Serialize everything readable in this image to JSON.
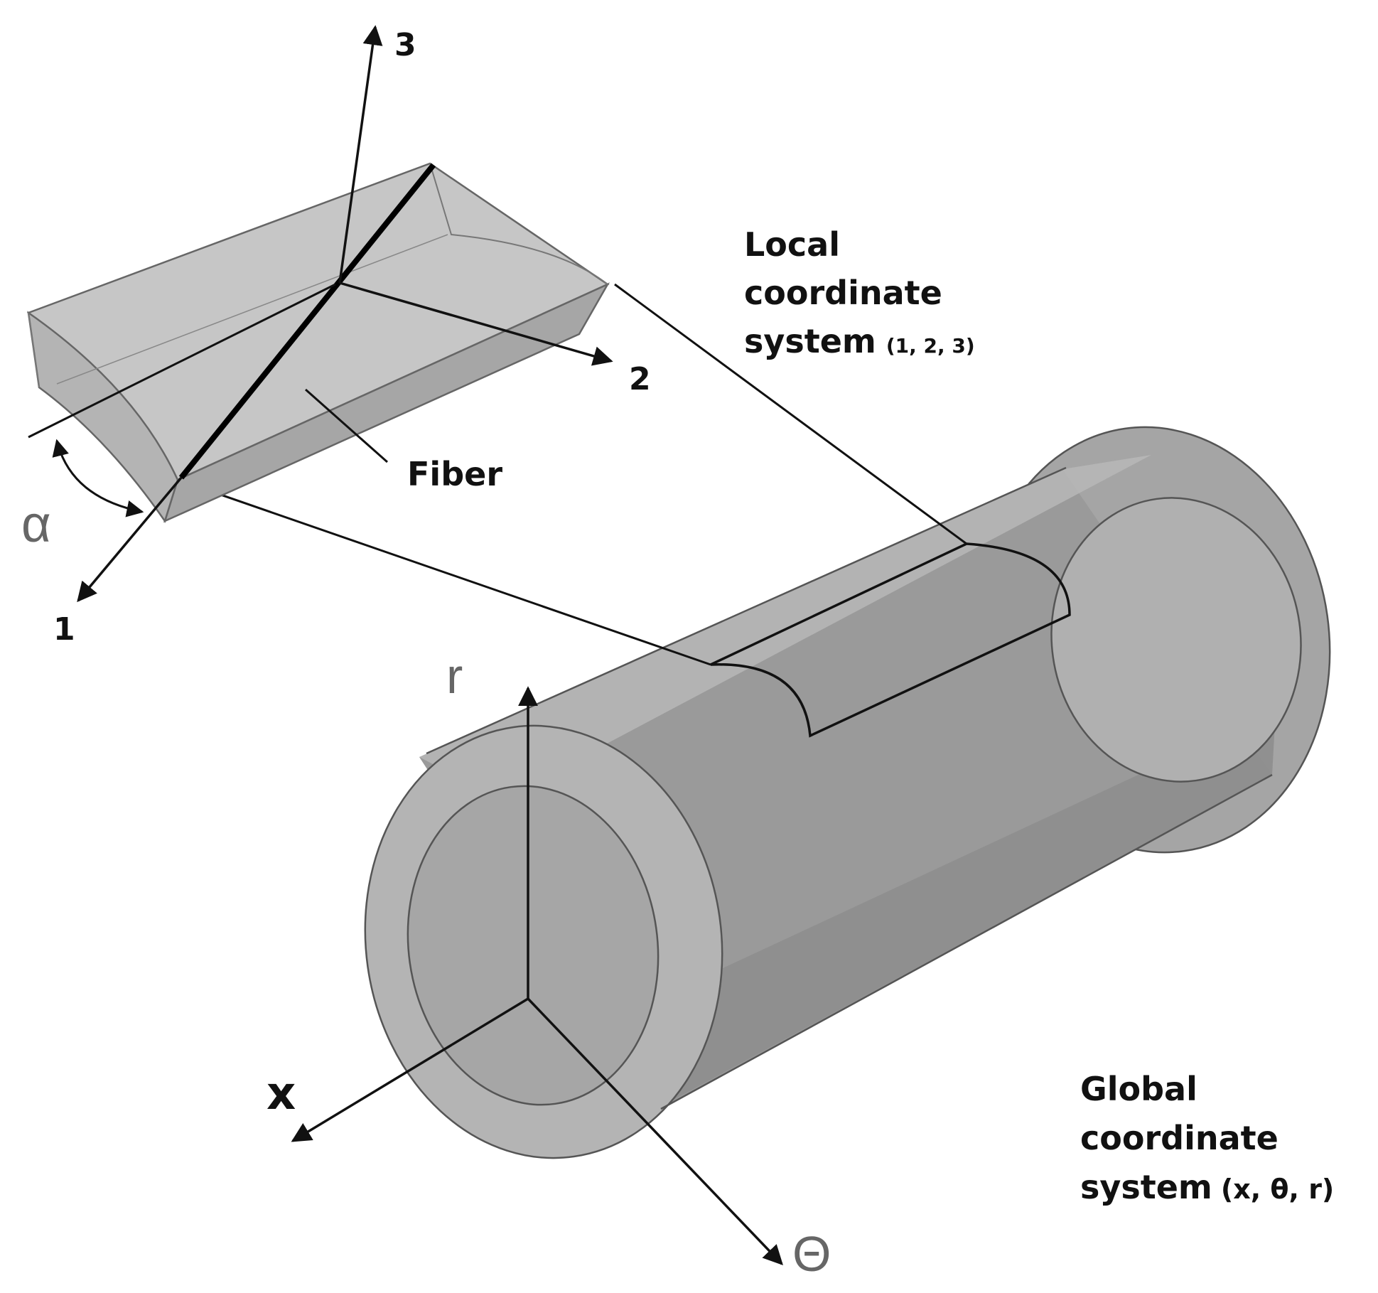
{
  "local_axes": {
    "one": "1",
    "two": "2",
    "three": "3",
    "alpha": "α"
  },
  "fiber_label": "Fiber",
  "local_caption": {
    "line1": "Local",
    "line2": "coordinate",
    "line3_main": "system",
    "line3_tail": "(1, 2, 3)"
  },
  "global_axes": {
    "x": "x",
    "r": "r",
    "theta": "Θ"
  },
  "global_caption": {
    "line1": "Global",
    "line2": "coordinate",
    "line3_main": "system",
    "line3_tail": "(x, θ, r)"
  },
  "colors": {
    "block_fill": "#c2c2c2",
    "block_side": "#a8a8a8",
    "tube_body": "#9c9c9c",
    "tube_top": "#b9b9b9",
    "ink": "#111111",
    "alpha_gray": "#666666"
  }
}
